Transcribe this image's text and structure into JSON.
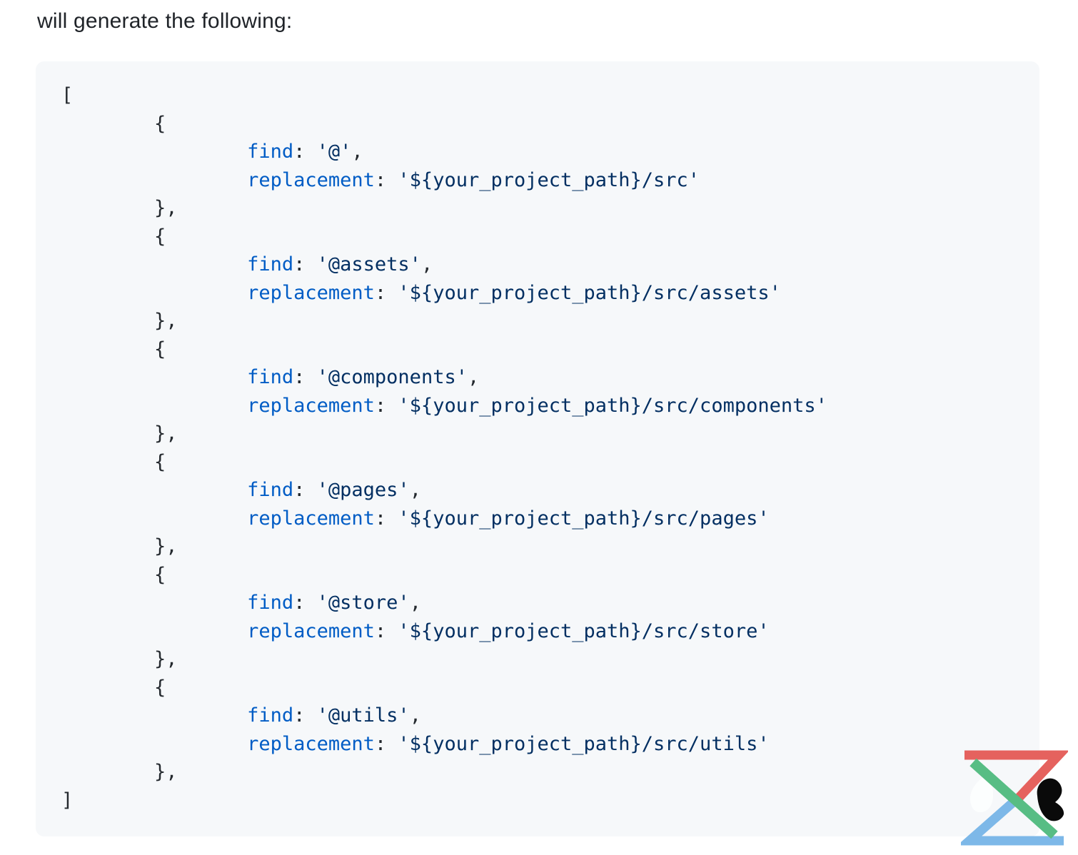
{
  "heading": "will generate the following:",
  "code": {
    "background": "#f6f8fa",
    "token_colors": {
      "pln": "#24292e",
      "key": "#005cc5",
      "str": "#032f62"
    },
    "lines": [
      [
        [
          "pln",
          "["
        ]
      ],
      [
        [
          "pln",
          "        {"
        ]
      ],
      [
        [
          "pln",
          "                "
        ],
        [
          "key",
          "find"
        ],
        [
          "pln",
          ": "
        ],
        [
          "str",
          "'@'"
        ],
        [
          "pln",
          ","
        ]
      ],
      [
        [
          "pln",
          "                "
        ],
        [
          "key",
          "replacement"
        ],
        [
          "pln",
          ": "
        ],
        [
          "str",
          "'${your_project_path}/src'"
        ]
      ],
      [
        [
          "pln",
          "        },"
        ]
      ],
      [
        [
          "pln",
          "        {"
        ]
      ],
      [
        [
          "pln",
          "                "
        ],
        [
          "key",
          "find"
        ],
        [
          "pln",
          ": "
        ],
        [
          "str",
          "'@assets'"
        ],
        [
          "pln",
          ","
        ]
      ],
      [
        [
          "pln",
          "                "
        ],
        [
          "key",
          "replacement"
        ],
        [
          "pln",
          ": "
        ],
        [
          "str",
          "'${your_project_path}/src/assets'"
        ]
      ],
      [
        [
          "pln",
          "        },"
        ]
      ],
      [
        [
          "pln",
          "        {"
        ]
      ],
      [
        [
          "pln",
          "                "
        ],
        [
          "key",
          "find"
        ],
        [
          "pln",
          ": "
        ],
        [
          "str",
          "'@components'"
        ],
        [
          "pln",
          ","
        ]
      ],
      [
        [
          "pln",
          "                "
        ],
        [
          "key",
          "replacement"
        ],
        [
          "pln",
          ": "
        ],
        [
          "str",
          "'${your_project_path}/src/components'"
        ]
      ],
      [
        [
          "pln",
          "        },"
        ]
      ],
      [
        [
          "pln",
          "        {"
        ]
      ],
      [
        [
          "pln",
          "                "
        ],
        [
          "key",
          "find"
        ],
        [
          "pln",
          ": "
        ],
        [
          "str",
          "'@pages'"
        ],
        [
          "pln",
          ","
        ]
      ],
      [
        [
          "pln",
          "                "
        ],
        [
          "key",
          "replacement"
        ],
        [
          "pln",
          ": "
        ],
        [
          "str",
          "'${your_project_path}/src/pages'"
        ]
      ],
      [
        [
          "pln",
          "        },"
        ]
      ],
      [
        [
          "pln",
          "        {"
        ]
      ],
      [
        [
          "pln",
          "                "
        ],
        [
          "key",
          "find"
        ],
        [
          "pln",
          ": "
        ],
        [
          "str",
          "'@store'"
        ],
        [
          "pln",
          ","
        ]
      ],
      [
        [
          "pln",
          "                "
        ],
        [
          "key",
          "replacement"
        ],
        [
          "pln",
          ": "
        ],
        [
          "str",
          "'${your_project_path}/src/store'"
        ]
      ],
      [
        [
          "pln",
          "        },"
        ]
      ],
      [
        [
          "pln",
          "        {"
        ]
      ],
      [
        [
          "pln",
          "                "
        ],
        [
          "key",
          "find"
        ],
        [
          "pln",
          ": "
        ],
        [
          "str",
          "'@utils'"
        ],
        [
          "pln",
          ","
        ]
      ],
      [
        [
          "pln",
          "                "
        ],
        [
          "key",
          "replacement"
        ],
        [
          "pln",
          ": "
        ],
        [
          "str",
          "'${your_project_path}/src/utils'"
        ]
      ],
      [
        [
          "pln",
          "        },"
        ]
      ],
      [
        [
          "pln",
          "]"
        ]
      ]
    ]
  },
  "logo": {
    "description": "hourglass-x-watermark",
    "colors": {
      "red": "#e5625e",
      "green": "#57bd84",
      "blue": "#7db8e8",
      "black": "#0a0a0a",
      "white": "#fdfefe"
    }
  }
}
